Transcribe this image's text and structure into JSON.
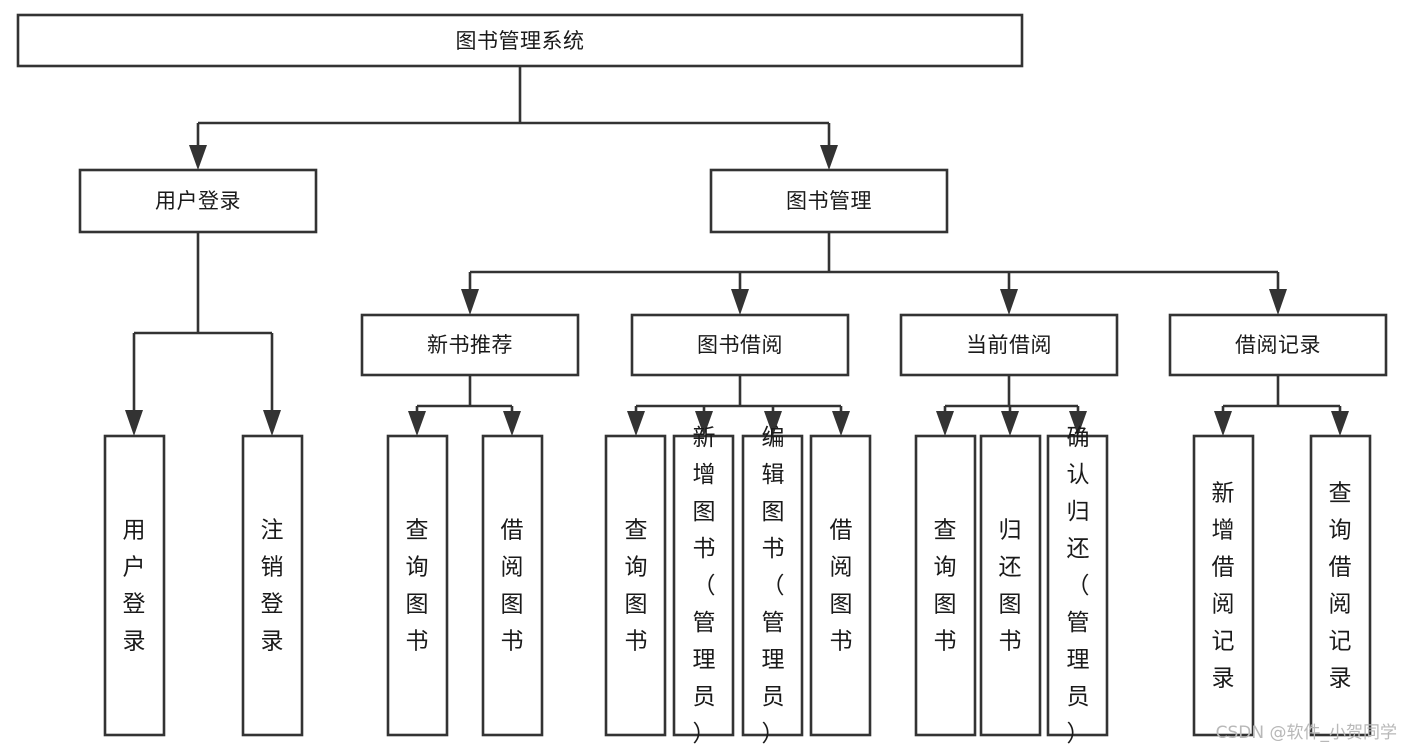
{
  "diagram": {
    "type": "tree",
    "title": "图书管理系统",
    "watermark": "CSDN @软件_小贺同学",
    "colors": {
      "box_stroke": "#333333",
      "box_fill": "#ffffff",
      "text": "#1a1a1a",
      "background": "#ffffff",
      "watermark": "#b8b8b8"
    },
    "root": {
      "label": "图书管理系统"
    },
    "level2": [
      {
        "label": "用户登录"
      },
      {
        "label": "图书管理"
      }
    ],
    "level3": [
      {
        "label": "新书推荐"
      },
      {
        "label": "图书借阅"
      },
      {
        "label": "当前借阅"
      },
      {
        "label": "借阅记录"
      }
    ],
    "leaves": {
      "user_login": [
        {
          "label": "用户登录"
        },
        {
          "label": "注销登录"
        }
      ],
      "new_book_recommend": [
        {
          "label": "查询图书"
        },
        {
          "label": "借阅图书"
        }
      ],
      "book_borrow": [
        {
          "label": "查询图书"
        },
        {
          "label": "新增图书（管理员）"
        },
        {
          "label": "编辑图书（管理员）"
        },
        {
          "label": "借阅图书"
        }
      ],
      "current_borrow": [
        {
          "label": "查询图书"
        },
        {
          "label": "归还图书"
        },
        {
          "label": "确认归还（管理员）"
        }
      ],
      "borrow_record": [
        {
          "label": "新增借阅记录"
        },
        {
          "label": "查询借阅记录"
        }
      ]
    }
  }
}
